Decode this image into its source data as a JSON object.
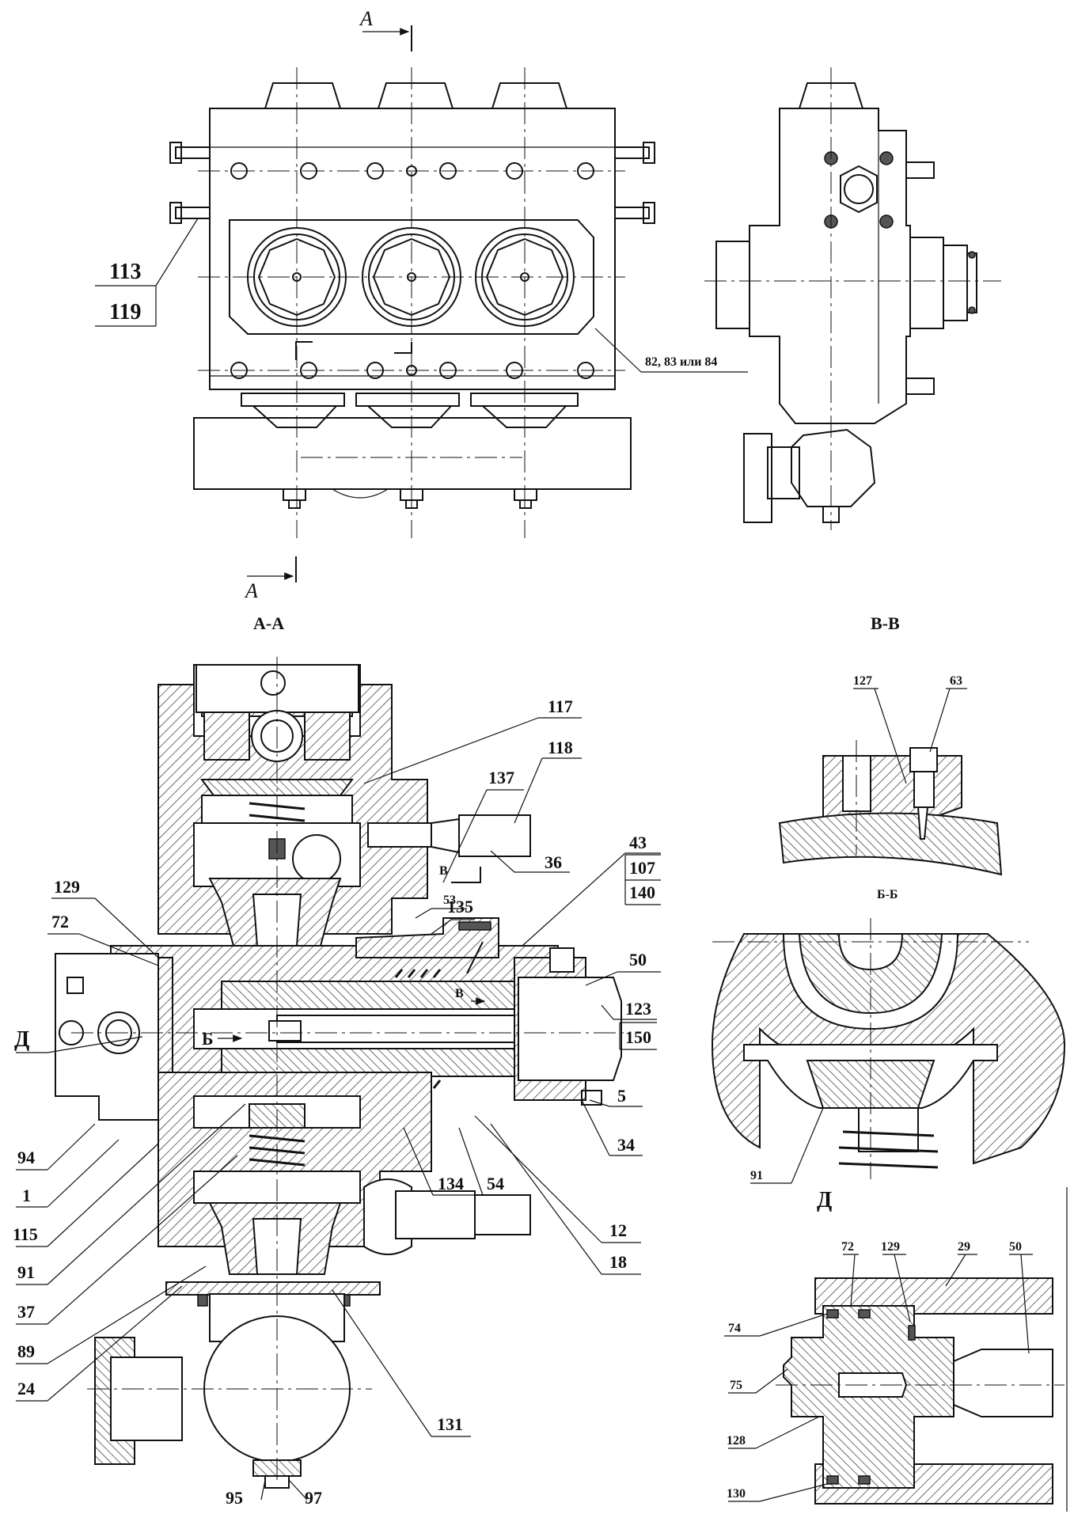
{
  "section_markers": {
    "a_top": "A",
    "a_bottom": "A",
    "v_top": "В",
    "v_bottom": "В",
    "b_marker": "Б"
  },
  "view_titles": {
    "aa": "A-A",
    "vv": "В-В",
    "bb": "Б-Б",
    "d": "Д"
  },
  "front_view_labels": {
    "l113": "113",
    "l119": "119",
    "l82": "82, 83 или 84"
  },
  "section_aa_labels": {
    "l117": "117",
    "l118": "118",
    "l137": "137",
    "l36": "36",
    "l53": "53",
    "l135": "135",
    "l43": "43",
    "l107": "107",
    "l140": "140",
    "l129": "129",
    "l72": "72",
    "l50": "50",
    "l123": "123",
    "l150": "150",
    "lD": "Д",
    "l5": "5",
    "l34": "34",
    "l94": "94",
    "l1": "1",
    "l115": "115",
    "l91": "91",
    "l37": "37",
    "l89": "89",
    "l24": "24",
    "l134": "134",
    "l54": "54",
    "l12": "12",
    "l18": "18",
    "l131": "131",
    "l95": "95",
    "l97": "97"
  },
  "section_vv_labels": {
    "l127": "127",
    "l63": "63"
  },
  "section_bb_labels": {
    "l91": "91"
  },
  "detail_d_labels": {
    "l72": "72",
    "l129": "129",
    "l29": "29",
    "l50": "50",
    "l74": "74",
    "l75": "75",
    "l128": "128",
    "l130": "130"
  }
}
